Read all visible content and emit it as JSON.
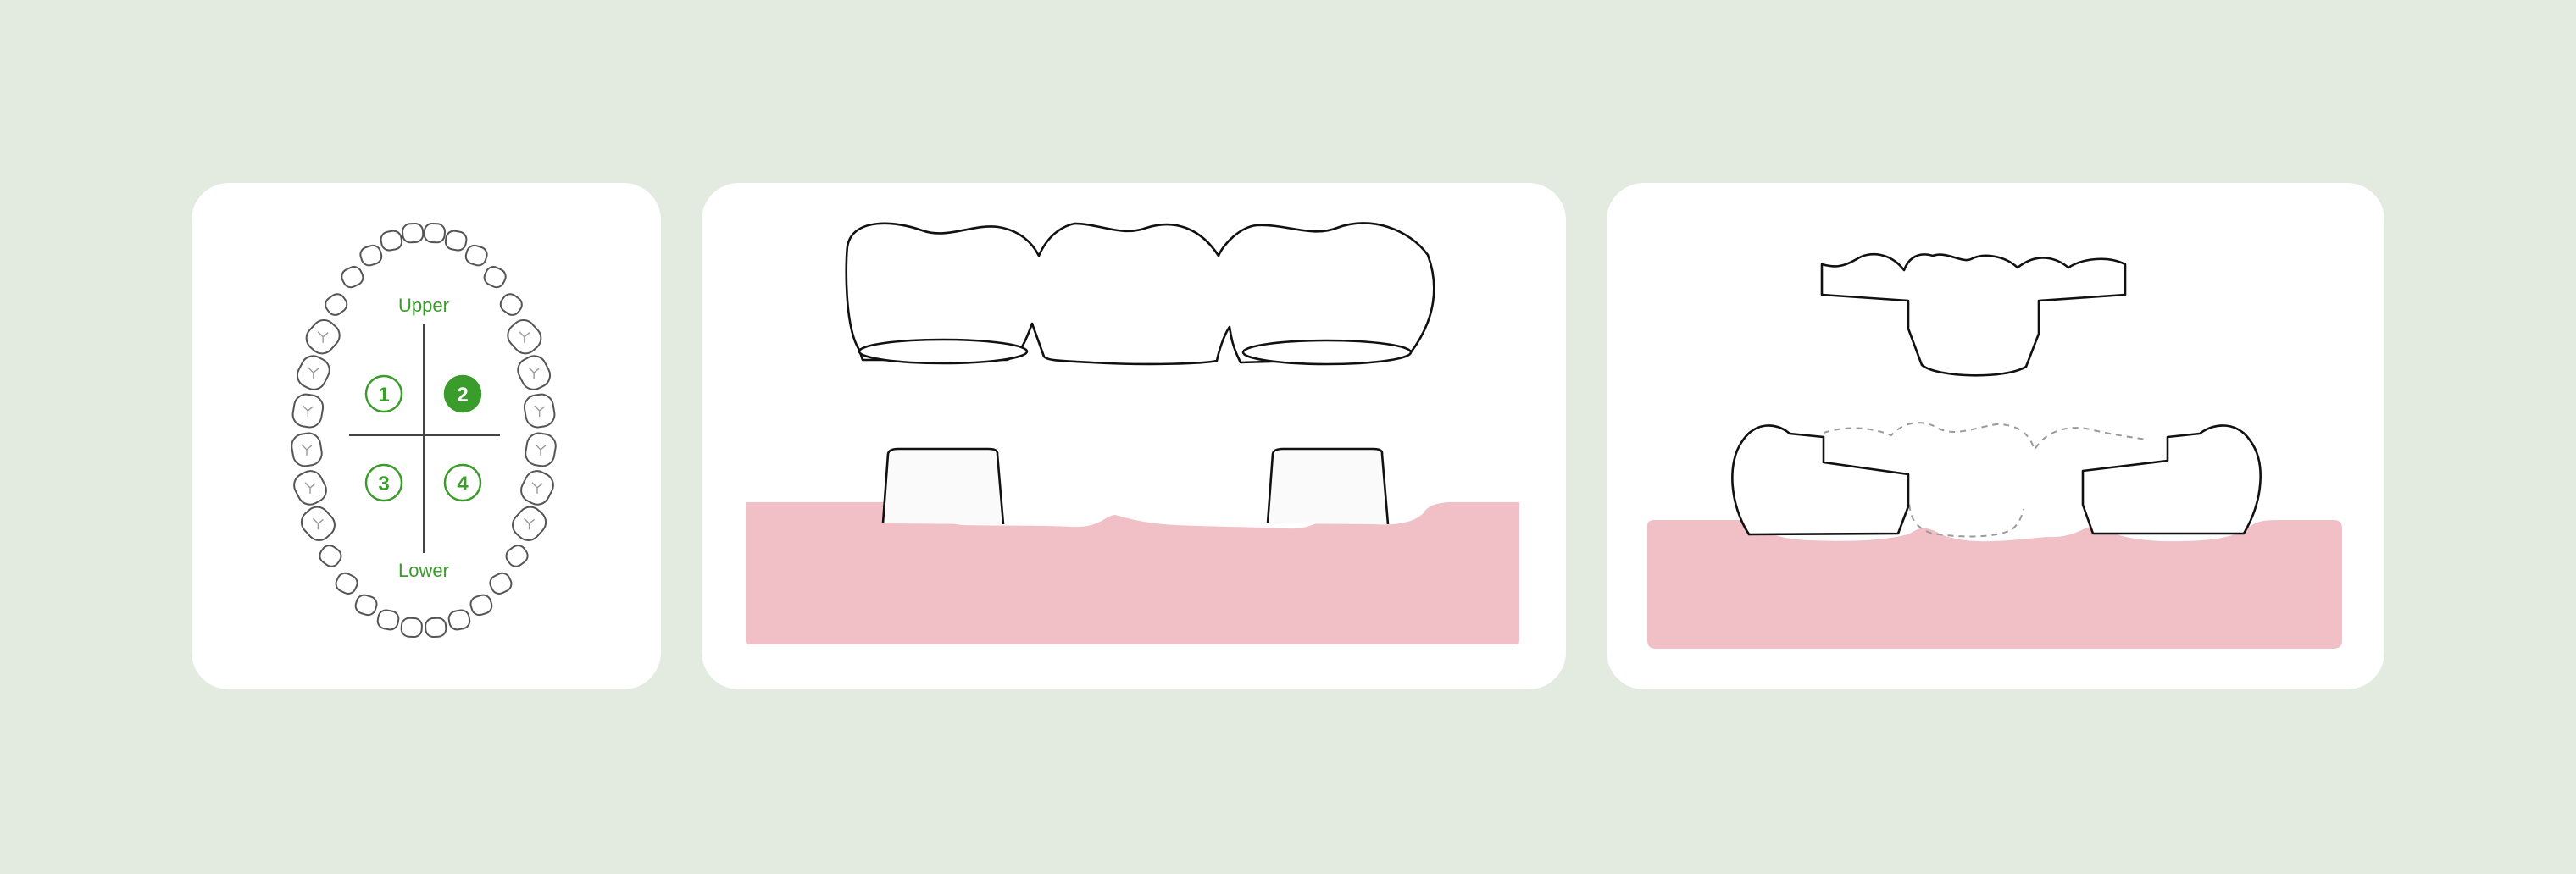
{
  "colors": {
    "background": "#e3ebe0",
    "card": "#ffffff",
    "accent_green": "#3a9c2a",
    "gum_pink": "#f1c0c7",
    "outline": "#111111",
    "tooth_outline_light": "#555555",
    "dashed_outline": "#9a9a9a"
  },
  "chart": {
    "upper_label": "Upper",
    "lower_label": "Lower",
    "quadrants": [
      {
        "number": "1",
        "selected": false
      },
      {
        "number": "2",
        "selected": true
      },
      {
        "number": "3",
        "selected": false
      },
      {
        "number": "4",
        "selected": false
      }
    ]
  },
  "panels": [
    {
      "name": "tooth-chart-panel",
      "icon": "tooth-quadrant-chart"
    },
    {
      "name": "three-unit-bridge-panel",
      "icon": "dental-bridge-over-abutments"
    },
    {
      "name": "maryland-bridge-panel",
      "icon": "winged-bridge-on-adjacent-teeth"
    }
  ]
}
